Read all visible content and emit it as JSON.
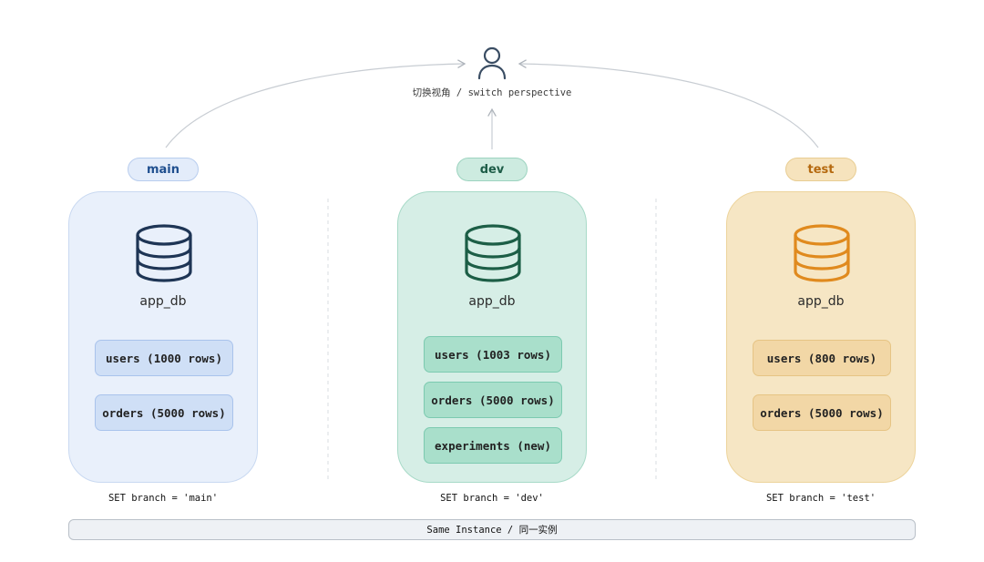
{
  "user": {
    "label": "切换视角 / switch perspective"
  },
  "branches": [
    {
      "branch_name": "main",
      "db_name": "app_db",
      "tables": [
        "users (1000 rows)",
        "orders (5000 rows)"
      ],
      "set_command": "SET branch = 'main'",
      "colors": {
        "card_bg": "#e9f0fb",
        "card_border": "#c9d9f1",
        "pill_bg": "#e3ecfa",
        "pill_border": "#b8cdee",
        "pill_text": "#1f4f8f",
        "icon": "#1e3555",
        "table_bg": "#cfdff6",
        "table_border": "#a9c3ec"
      }
    },
    {
      "branch_name": "dev",
      "db_name": "app_db",
      "tables": [
        "users (1003 rows)",
        "orders (5000 rows)",
        "experiments (new)"
      ],
      "set_command": "SET branch = 'dev'",
      "colors": {
        "card_bg": "#d6eee6",
        "card_border": "#a8dac8",
        "pill_bg": "#cdebe0",
        "pill_border": "#9cd3bf",
        "pill_text": "#1d5c47",
        "icon": "#1c5e46",
        "table_bg": "#a9dfcb",
        "table_border": "#7ccab0"
      }
    },
    {
      "branch_name": "test",
      "db_name": "app_db",
      "tables": [
        "users (800 rows)",
        "orders (5000 rows)"
      ],
      "set_command": "SET branch = 'test'",
      "colors": {
        "card_bg": "#f6e6c4",
        "card_border": "#edd49c",
        "pill_bg": "#f6e3bd",
        "pill_border": "#e8cd93",
        "pill_text": "#b5690f",
        "icon": "#e08a1e",
        "table_bg": "#f2d7a6",
        "table_border": "#e6c484"
      }
    }
  ],
  "instance": {
    "label": "Same Instance / 同一实例"
  }
}
